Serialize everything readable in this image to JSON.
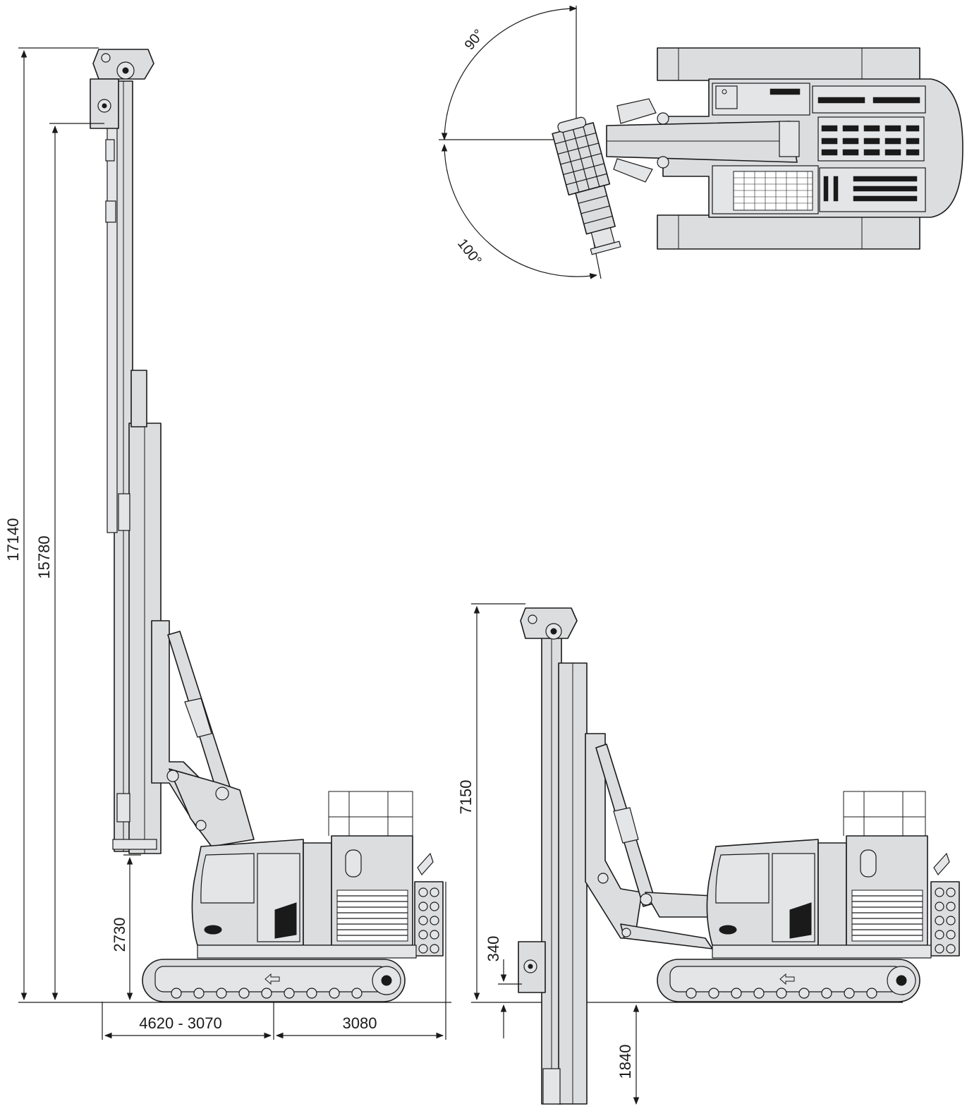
{
  "colors": {
    "line": "#1a1a1a",
    "fill": "#dcdddf",
    "background": "#ffffff"
  },
  "side_view_extended": {
    "dimensions": {
      "total_height": "17140",
      "mast_height": "15780",
      "mast_bottom_clearance": "2730",
      "front_reach": "4620 - 3070",
      "rear_length": "3080"
    }
  },
  "side_view_retracted": {
    "dimensions": {
      "height": "7150",
      "above_ground": "340",
      "below_ground": "1840"
    }
  },
  "top_view": {
    "angles": {
      "left_swing": "90°",
      "right_swing": "100°"
    }
  }
}
